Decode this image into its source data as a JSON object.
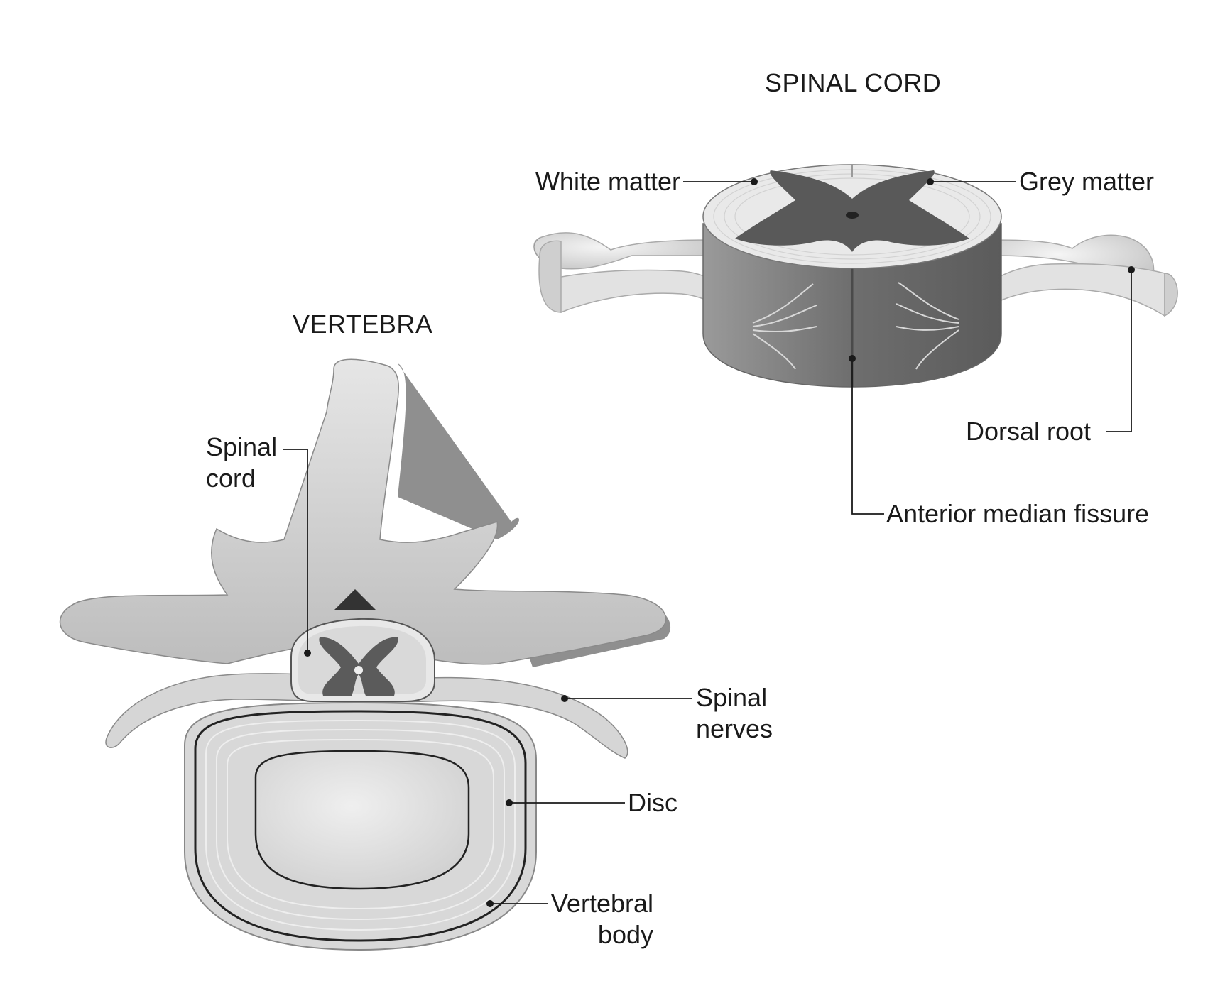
{
  "spinal_cord_section": {
    "title": "SPINAL CORD",
    "labels": {
      "white_matter": "White matter",
      "grey_matter": "Grey matter",
      "dorsal_root": "Dorsal root",
      "anterior_median_fissure": "Anterior median fissure"
    }
  },
  "vertebra_section": {
    "title": "VERTEBRA",
    "labels": {
      "spinal_cord": [
        "Spinal",
        "cord"
      ],
      "spinal_nerves": [
        "Spinal",
        "nerves"
      ],
      "disc": "Disc",
      "vertebral_body": [
        "Vertebral",
        "body"
      ]
    }
  },
  "colors": {
    "background": "#ffffff",
    "bone_light": "#d9d9d9",
    "bone_mid": "#b8b8b8",
    "grey_matter": "#5a5a5a",
    "cord_side": "#8a8a8a",
    "outline": "#1a1a1a"
  }
}
